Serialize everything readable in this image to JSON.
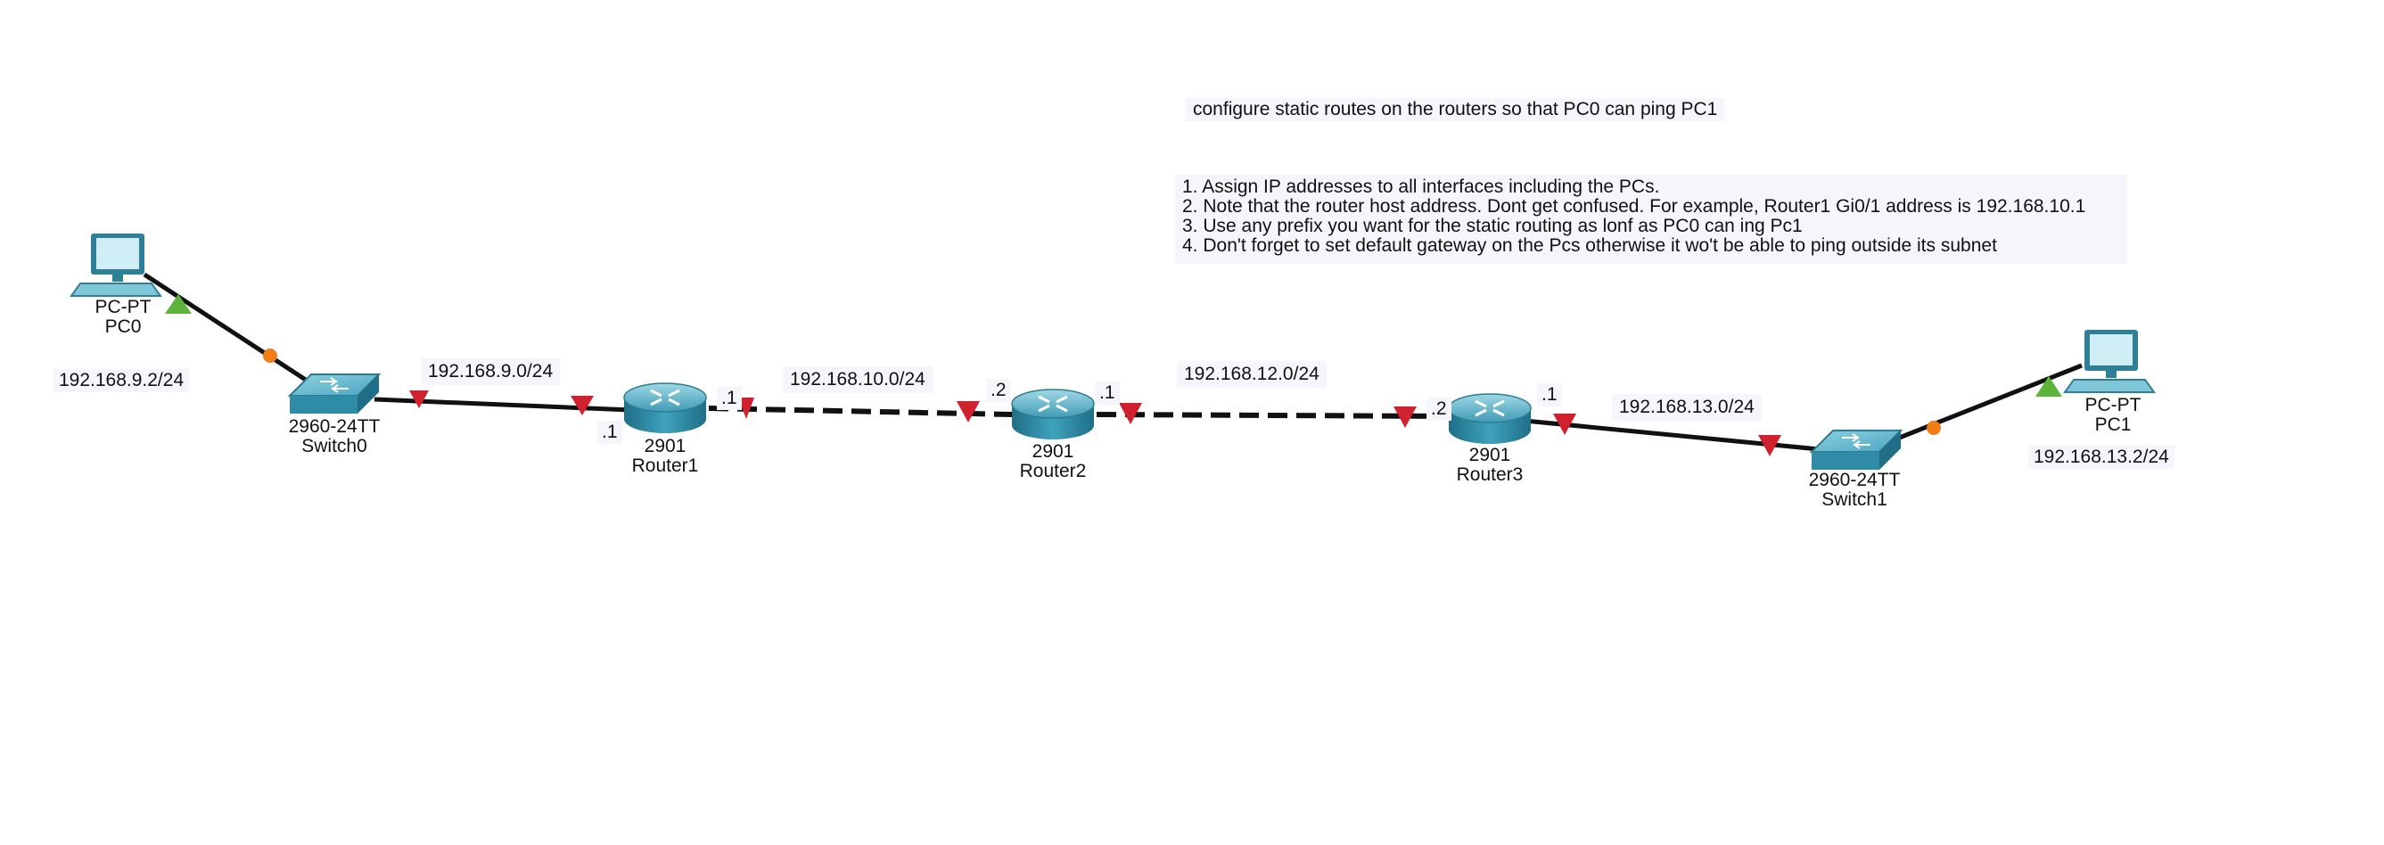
{
  "title_note": "configure static routes on the routers so that PC0 can ping PC1",
  "instructions": [
    "1. Assign IP addresses to all interfaces including the PCs.",
    "2. Note that the router host address. Dont get confused. For example, Router1 Gi0/1 address is 192.168.10.1",
    "3. Use any prefix you want for the static routing as lonf as PC0 can ing Pc1",
    "4. Don't forget to set default gateway on the Pcs otherwise it wo't be able to ping outside its subnet"
  ],
  "devices": {
    "pc0": {
      "model": "PC-PT",
      "name": "PC0",
      "ip": "192.168.9.2/24"
    },
    "pc1": {
      "model": "PC-PT",
      "name": "PC1",
      "ip": "192.168.13.2/24"
    },
    "switch0": {
      "model": "2960-24TT",
      "name": "Switch0"
    },
    "switch1": {
      "model": "2960-24TT",
      "name": "Switch1"
    },
    "router1": {
      "model": "2901",
      "name": "Router1"
    },
    "router2": {
      "model": "2901",
      "name": "Router2"
    },
    "router3": {
      "model": "2901",
      "name": "Router3"
    }
  },
  "networks": {
    "net1": "192.168.9.0/24",
    "net2": "192.168.10.0/24",
    "net3": "192.168.12.0/24",
    "net4": "192.168.13.0/24"
  },
  "host_labels": {
    "r1_lan": ".1",
    "r1_wan": ".1",
    "r2_left": ".2",
    "r2_right": ".1",
    "r3_left": ".2",
    "r3_right": ".1"
  },
  "colors": {
    "link": "#111111",
    "link_down": "#d0212f",
    "link_up": "#5cb53a",
    "link_blocking": "#f07d16",
    "device_body": "#2e8ca6",
    "label_bg": "#f5f6fb"
  }
}
